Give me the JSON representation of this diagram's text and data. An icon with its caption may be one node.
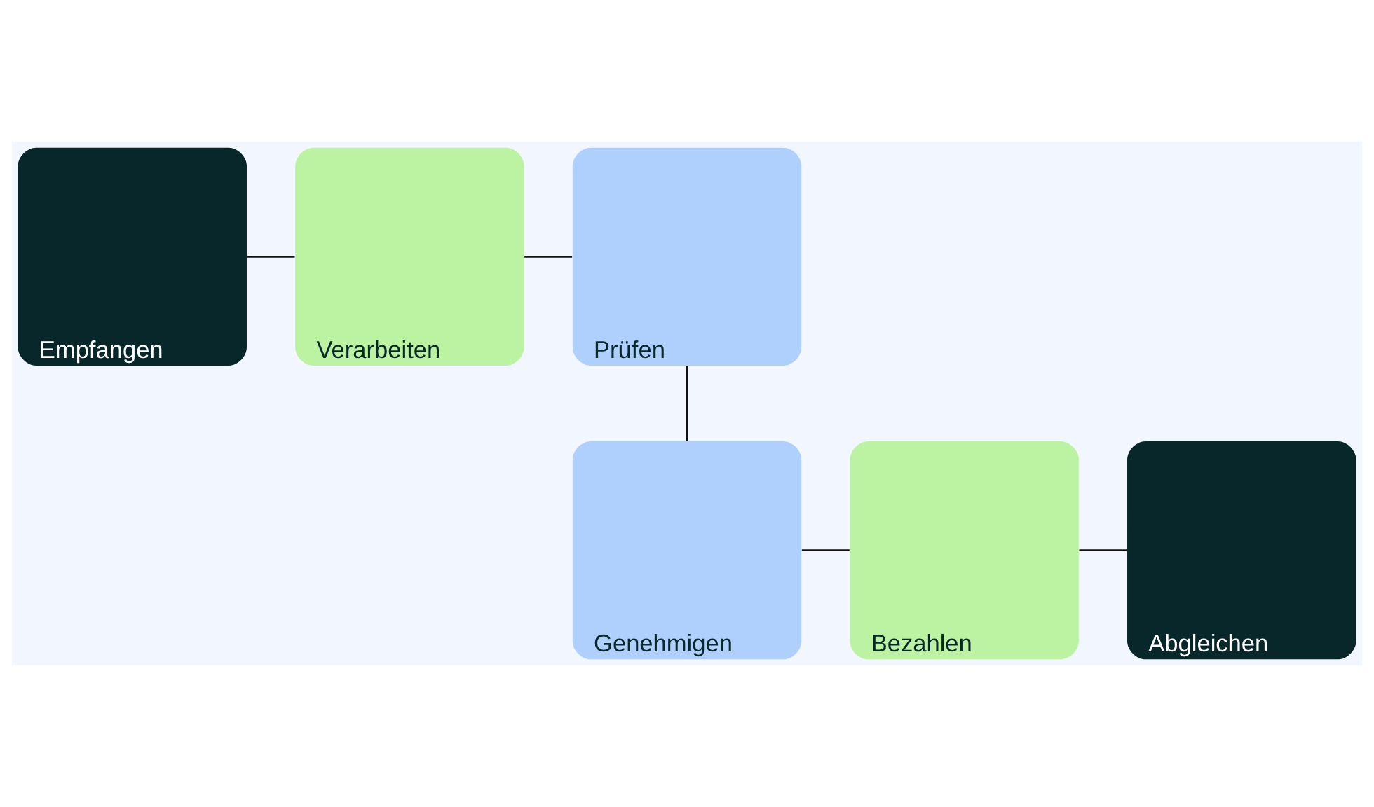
{
  "diagram": {
    "nodes": [
      {
        "text": [
          "Empfangen"
        ]
      },
      {
        "text": [
          "Verarbeiten"
        ]
      },
      {
        "text": [
          "Prüfen"
        ]
      },
      {
        "text": [
          "Genehmigen"
        ]
      },
      {
        "text": [
          "Bezahlen"
        ]
      },
      {
        "text": [
          "Abgleichen"
        ]
      }
    ],
    "edges": [
      {
        "from": 0,
        "to": 1,
        "arrow": "none"
      },
      {
        "from": 1,
        "to": 2,
        "arrow": "none"
      },
      {
        "from": 2,
        "to": 3,
        "arrow": "none"
      },
      {
        "from": 3,
        "to": 4,
        "arrow": "none"
      },
      {
        "from": 4,
        "to": 5,
        "arrow": "none"
      }
    ]
  }
}
